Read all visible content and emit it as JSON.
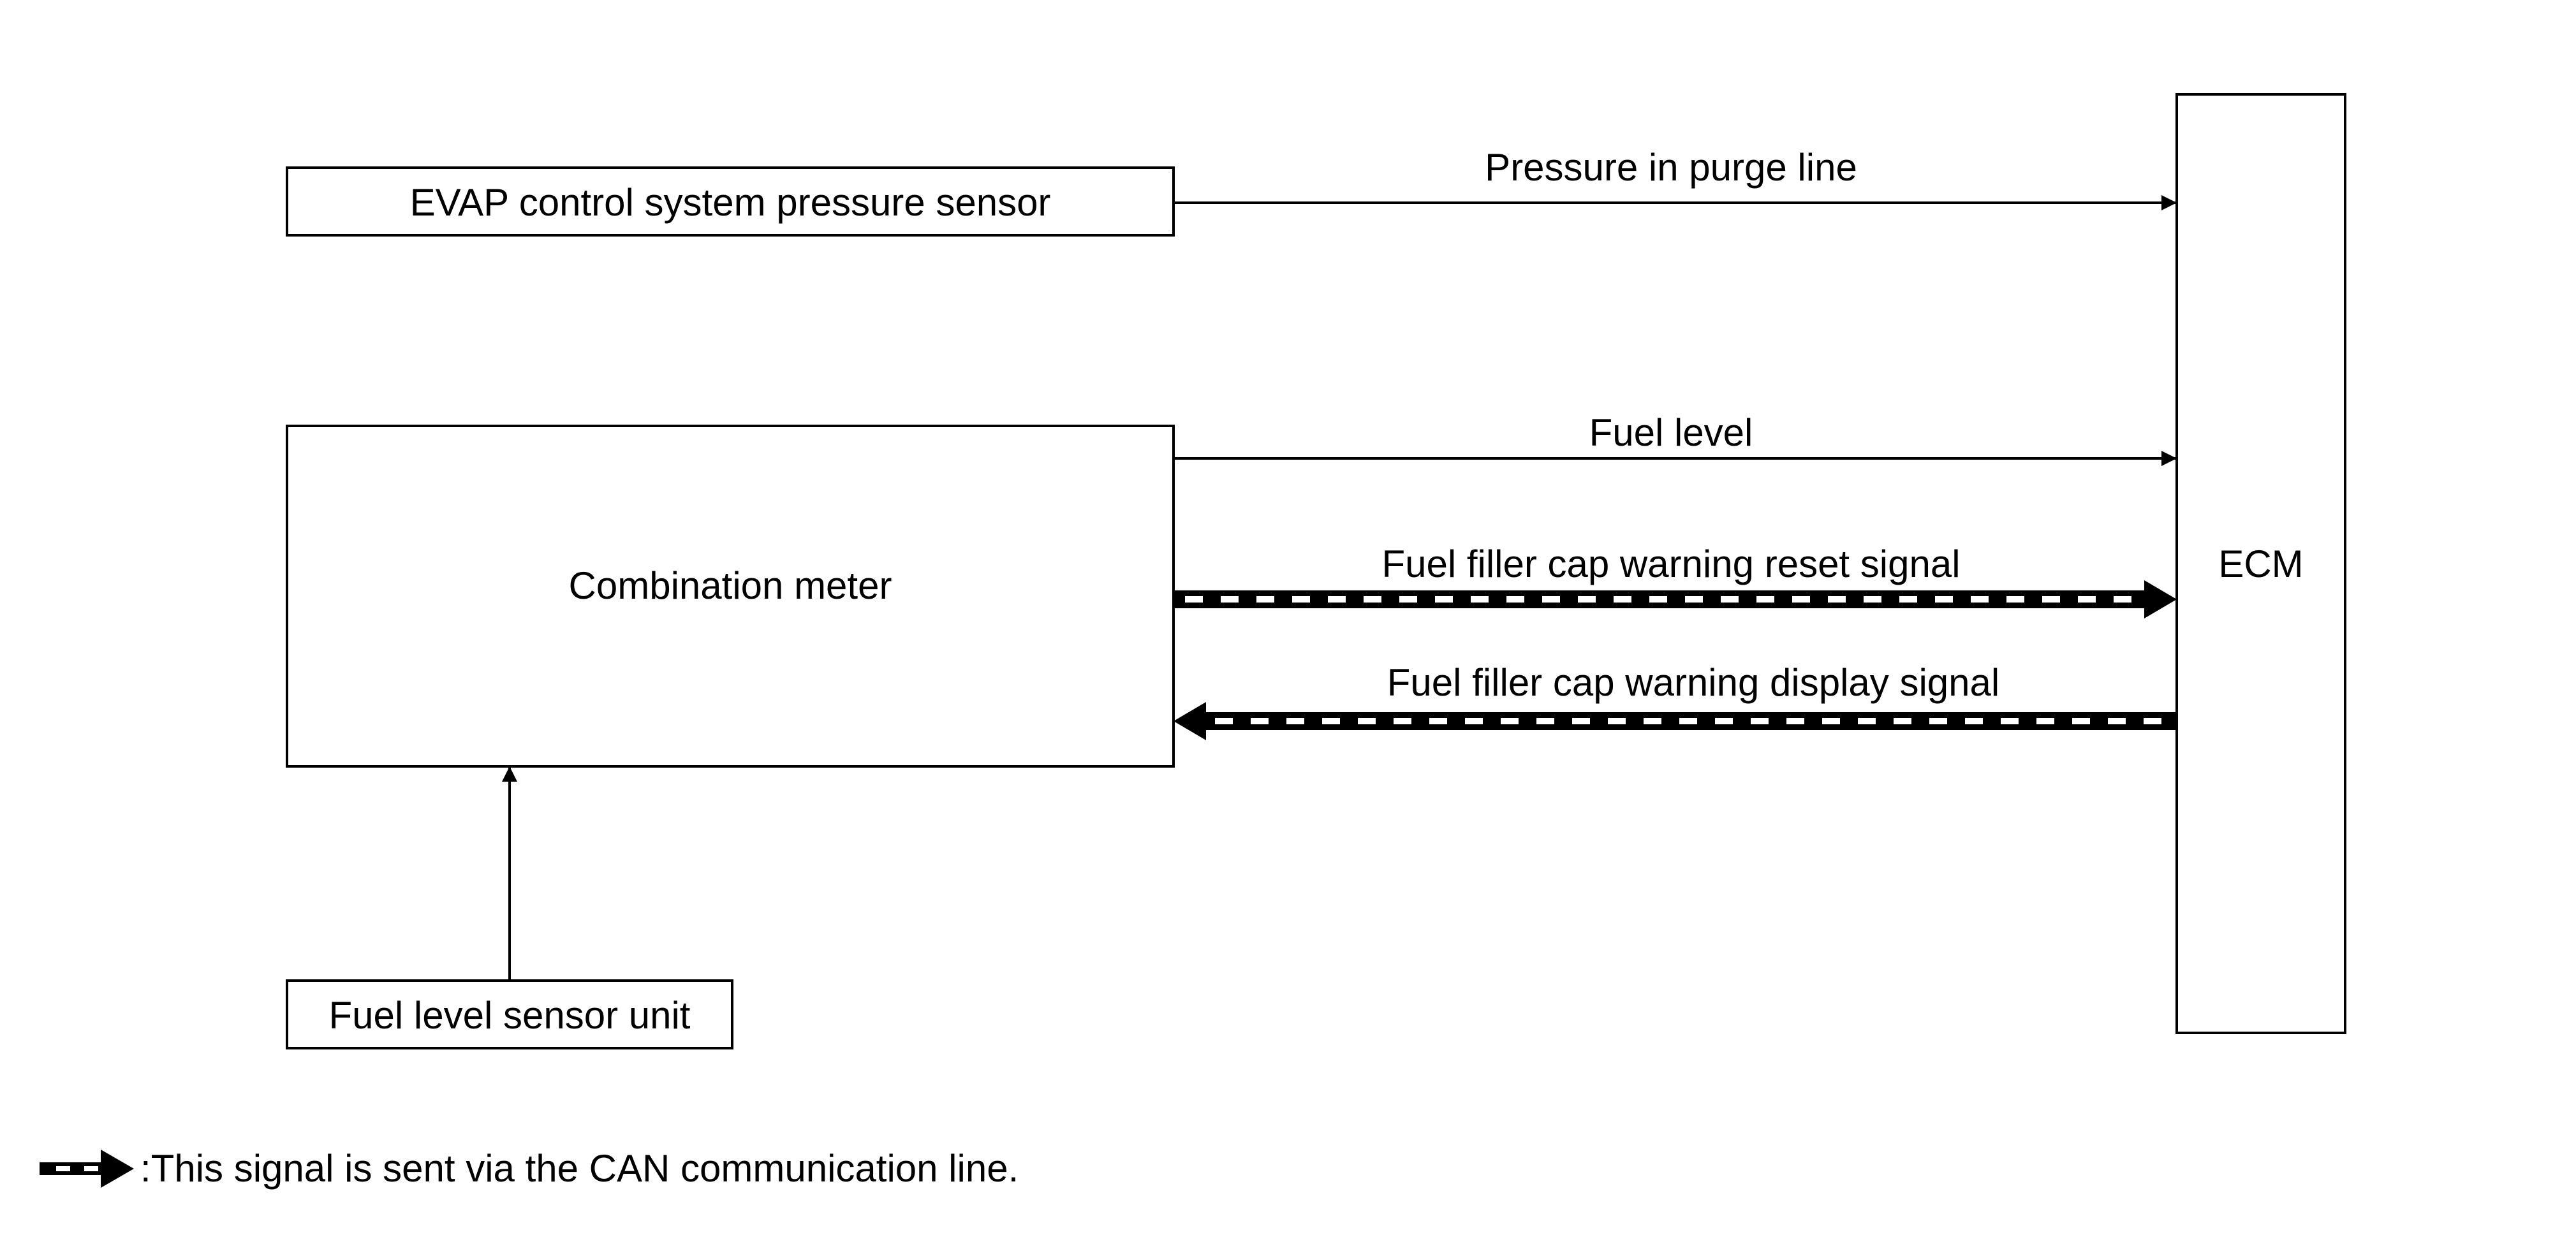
{
  "diagram": {
    "nodes": {
      "evap_sensor": "EVAP control system pressure sensor",
      "combination_meter": "Combination meter",
      "fuel_level_sensor_unit": "Fuel level sensor unit",
      "ecm": "ECM"
    },
    "signals": {
      "pressure_in_purge_line": "Pressure in purge line",
      "fuel_level": "Fuel level",
      "fuel_filler_cap_warning_reset_signal": "Fuel filler cap warning reset signal",
      "fuel_filler_cap_warning_display_signal": "Fuel filler cap warning display signal"
    },
    "edges": [
      {
        "from": "evap_sensor",
        "to": "ecm",
        "signal": "pressure_in_purge_line",
        "type": "wire"
      },
      {
        "from": "combination_meter",
        "to": "ecm",
        "signal": "fuel_level",
        "type": "wire"
      },
      {
        "from": "combination_meter",
        "to": "ecm",
        "signal": "fuel_filler_cap_warning_reset_signal",
        "type": "can"
      },
      {
        "from": "ecm",
        "to": "combination_meter",
        "signal": "fuel_filler_cap_warning_display_signal",
        "type": "can"
      },
      {
        "from": "fuel_level_sensor_unit",
        "to": "combination_meter",
        "signal": "",
        "type": "wire"
      }
    ],
    "legend": {
      "text": ":This signal is sent via the CAN communication line."
    },
    "colors": {
      "line": "#000000",
      "background": "#ffffff"
    }
  }
}
